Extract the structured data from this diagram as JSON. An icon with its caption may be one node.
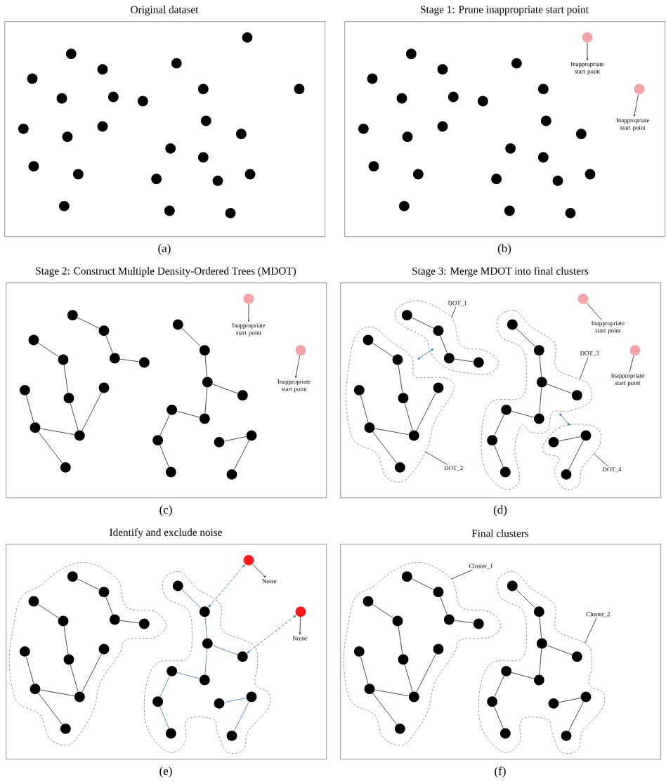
{
  "diagram": {
    "nodes": [
      {
        "text": [
          "Original dataset"
        ],
        "beside": [
          "(a)"
        ]
      },
      {
        "text": [],
        "shape": "circle",
        "in": 0
      },
      {
        "text": [],
        "shape": "circle",
        "in": 0
      },
      {
        "text": [],
        "shape": "circle",
        "in": 0
      },
      {
        "text": [],
        "shape": "circle",
        "in": 0
      },
      {
        "text": [],
        "shape": "circle",
        "in": 0
      },
      {
        "text": [],
        "shape": "circle",
        "in": 0
      },
      {
        "text": [],
        "shape": "circle",
        "in": 0
      },
      {
        "text": [],
        "shape": "circle",
        "in": 0
      },
      {
        "text": [],
        "shape": "circle",
        "in": 0
      },
      {
        "text": [],
        "shape": "circle",
        "in": 0
      },
      {
        "text": [],
        "shape": "circle",
        "in": 0
      },
      {
        "text": [],
        "shape": "circle",
        "in": 0
      },
      {
        "text": [],
        "shape": "circle",
        "in": 0
      },
      {
        "text": [],
        "shape": "circle",
        "in": 0
      },
      {
        "text": [],
        "shape": "circle",
        "in": 0
      },
      {
        "text": [],
        "shape": "circle",
        "in": 0
      },
      {
        "text": [],
        "shape": "circle",
        "in": 0
      },
      {
        "text": [],
        "shape": "circle",
        "in": 0
      },
      {
        "text": [],
        "shape": "circle",
        "in": 0
      },
      {
        "text": [],
        "shape": "circle",
        "in": 0
      },
      {
        "text": [],
        "shape": "circle",
        "in": 0
      },
      {
        "text": [],
        "shape": "circle",
        "in": 0
      },
      {
        "text": [],
        "shape": "circle",
        "in": 0
      },
      {
        "text": [],
        "shape": "circle",
        "in": 0
      },
      {
        "text": [],
        "shape": "circle",
        "in": 0
      },
      {
        "text": [
          "Stage 1: Prune inappropriate start point"
        ],
        "beside": [
          "(b)"
        ]
      },
      {
        "text": [],
        "shape": "circle",
        "in": 26
      },
      {
        "text": [],
        "shape": "circle",
        "in": 26
      },
      {
        "text": [],
        "shape": "circle",
        "in": 26
      },
      {
        "text": [],
        "shape": "circle",
        "in": 26
      },
      {
        "text": [],
        "shape": "circle",
        "in": 26
      },
      {
        "text": [],
        "shape": "circle",
        "in": 26
      },
      {
        "text": [],
        "shape": "circle",
        "in": 26
      },
      {
        "text": [],
        "shape": "circle",
        "in": 26
      },
      {
        "text": [],
        "shape": "circle",
        "in": 26
      },
      {
        "text": [],
        "shape": "circle",
        "in": 26
      },
      {
        "text": [],
        "shape": "circle",
        "in": 26
      },
      {
        "text": [],
        "shape": "circle",
        "in": 26
      },
      {
        "text": [],
        "shape": "circle",
        "in": 26
      },
      {
        "text": [],
        "shape": "circle",
        "in": 26
      },
      {
        "text": [],
        "shape": "circle",
        "in": 26
      },
      {
        "text": [],
        "shape": "circle",
        "in": 26
      },
      {
        "text": [],
        "shape": "circle",
        "in": 26
      },
      {
        "text": [],
        "shape": "circle",
        "in": 26
      },
      {
        "text": [],
        "shape": "circle",
        "in": 26
      },
      {
        "text": [],
        "shape": "circle",
        "in": 26
      },
      {
        "text": [],
        "shape": "circle",
        "in": 26
      },
      {
        "text": [],
        "shape": "circle",
        "in": 26
      },
      {
        "text": [],
        "shape": "circle",
        "in": 26
      },
      {
        "text": [],
        "shape": "circle",
        "in": 26
      },
      {
        "text": [],
        "shape": "circle",
        "in": 26
      },
      {
        "text": [
          "Inappropriate start point"
        ],
        "in": 26
      },
      {
        "text": [
          "Inappropriate start point"
        ],
        "in": 26
      },
      {
        "text": [
          "Stage 2: Construct Multiple Density-Ordered Trees (MDOT)"
        ],
        "beside": [
          "(c)"
        ]
      },
      {
        "text": [],
        "shape": "circle",
        "in": 54
      },
      {
        "text": [],
        "shape": "circle",
        "in": 54
      },
      {
        "text": [],
        "shape": "circle",
        "in": 54
      },
      {
        "text": [],
        "shape": "circle",
        "in": 54
      },
      {
        "text": [],
        "shape": "circle",
        "in": 54
      },
      {
        "text": [],
        "shape": "circle",
        "in": 54
      },
      {
        "text": [],
        "shape": "circle",
        "in": 54
      },
      {
        "text": [],
        "shape": "circle",
        "in": 54
      },
      {
        "text": [],
        "shape": "circle",
        "in": 54
      },
      {
        "text": [],
        "shape": "circle",
        "in": 54
      },
      {
        "text": [],
        "shape": "circle",
        "in": 54
      },
      {
        "text": [],
        "shape": "circle",
        "in": 54
      },
      {
        "text": [],
        "shape": "circle",
        "in": 54
      },
      {
        "text": [],
        "shape": "circle",
        "in": 54
      },
      {
        "text": [],
        "shape": "circle",
        "in": 54
      },
      {
        "text": [],
        "shape": "circle",
        "in": 54
      },
      {
        "text": [],
        "shape": "circle",
        "in": 54
      },
      {
        "text": [],
        "shape": "circle",
        "in": 54
      },
      {
        "text": [],
        "shape": "circle",
        "in": 54
      },
      {
        "text": [],
        "shape": "circle",
        "in": 54
      },
      {
        "text": [],
        "shape": "circle",
        "in": 54
      },
      {
        "text": [],
        "shape": "circle",
        "in": 54
      },
      {
        "text": [],
        "shape": "circle",
        "in": 54
      },
      {
        "text": [],
        "shape": "circle",
        "in": 54
      },
      {
        "text": [],
        "shape": "circle",
        "in": 54
      },
      {
        "text": [
          "Inappropriate start point"
        ],
        "in": 54
      },
      {
        "text": [
          "Inappropriate start point"
        ],
        "in": 54
      },
      {
        "text": [
          "Stage 3: Merge MDOT into final clusters"
        ],
        "beside": [
          "(d)"
        ]
      },
      {
        "text": [],
        "shape": "cloud",
        "in": 82
      },
      {
        "text": [],
        "shape": "cloud",
        "in": 82
      },
      {
        "text": [],
        "shape": "cloud",
        "in": 82
      },
      {
        "text": [],
        "shape": "cloud",
        "in": 82
      },
      {
        "text": [],
        "shape": "circle",
        "in": 82
      },
      {
        "text": [],
        "shape": "circle",
        "in": 83
      },
      {
        "text": [],
        "shape": "circle",
        "in": 83
      },
      {
        "text": [],
        "shape": "circle",
        "in": 85
      },
      {
        "text": [],
        "shape": "circle",
        "in": 84
      },
      {
        "text": [],
        "shape": "circle",
        "in": 84
      },
      {
        "text": [],
        "shape": "circle",
        "in": 83
      },
      {
        "text": [],
        "shape": "circle",
        "in": 83
      },
      {
        "text": [],
        "shape": "circle",
        "in": 85
      },
      {
        "text": [],
        "shape": "circle",
        "in": 82
      },
      {
        "text": [],
        "shape": "circle",
        "in": 84
      },
      {
        "text": [],
        "shape": "circle",
        "in": 84
      },
      {
        "text": [],
        "shape": "circle",
        "in": 84
      },
      {
        "text": [],
        "shape": "circle",
        "in": 85
      },
      {
        "text": [],
        "shape": "circle",
        "in": 85
      },
      {
        "text": [],
        "shape": "circle",
        "in": 85
      },
      {
        "text": [],
        "shape": "circle",
        "in": 85
      },
      {
        "text": [],
        "shape": "circle",
        "in": 84
      },
      {
        "text": [],
        "shape": "circle",
        "in": 84
      },
      {
        "text": [],
        "shape": "circle",
        "in": 85
      },
      {
        "text": [],
        "shape": "circle",
        "in": 86
      },
      {
        "text": [],
        "shape": "circle",
        "in": 86
      },
      {
        "text": [],
        "shape": "circle",
        "in": 84
      },
      {
        "text": [],
        "shape": "circle",
        "in": 85
      },
      {
        "text": [],
        "shape": "circle",
        "in": 86
      },
      {
        "text": [
          "DOT_1"
        ],
        "in": 82
      },
      {
        "text": [
          "DOT_3"
        ],
        "in": 82
      },
      {
        "text": [
          "DOT_2"
        ],
        "in": 82
      },
      {
        "text": [
          "DOT_4"
        ],
        "in": 82
      },
      {
        "text": [
          "Inappropriate start point"
        ],
        "in": 82
      },
      {
        "text": [
          "Inappropriate start point"
        ],
        "in": 82
      },
      {
        "text": [
          "Identify and exclude noise"
        ],
        "beside": [
          "(e)"
        ]
      },
      {
        "text": [],
        "shape": "cloud",
        "in": 118
      },
      {
        "text": [],
        "shape": "cloud",
        "in": 118
      },
      {
        "text": [],
        "shape": "circle",
        "in": 118
      },
      {
        "text": [],
        "shape": "circle",
        "in": 119
      },
      {
        "text": [],
        "shape": "circle",
        "in": 119
      },
      {
        "text": [],
        "shape": "circle",
        "in": 120
      },
      {
        "text": [],
        "shape": "circle",
        "in": 119
      },
      {
        "text": [],
        "shape": "circle",
        "in": 119
      },
      {
        "text": [],
        "shape": "circle",
        "in": 119
      },
      {
        "text": [],
        "shape": "circle",
        "in": 119
      },
      {
        "text": [],
        "shape": "circle",
        "in": 120
      },
      {
        "text": [],
        "shape": "circle",
        "in": 118
      },
      {
        "text": [],
        "shape": "circle",
        "in": 119
      },
      {
        "text": [],
        "shape": "circle",
        "in": 119
      },
      {
        "text": [],
        "shape": "circle",
        "in": 119
      },
      {
        "text": [],
        "shape": "circle",
        "in": 120
      },
      {
        "text": [],
        "shape": "circle",
        "in": 120
      },
      {
        "text": [],
        "shape": "circle",
        "in": 120
      },
      {
        "text": [],
        "shape": "circle",
        "in": 120
      },
      {
        "text": [],
        "shape": "circle",
        "in": 119
      },
      {
        "text": [],
        "shape": "circle",
        "in": 119
      },
      {
        "text": [],
        "shape": "circle",
        "in": 120
      },
      {
        "text": [],
        "shape": "circle",
        "in": 120
      },
      {
        "text": [],
        "shape": "circle",
        "in": 120
      },
      {
        "text": [],
        "shape": "circle",
        "in": 119
      },
      {
        "text": [],
        "shape": "circle",
        "in": 120
      },
      {
        "text": [],
        "shape": "circle",
        "in": 120
      },
      {
        "text": [
          "Noise"
        ],
        "in": 118
      },
      {
        "text": [
          "Noise"
        ],
        "in": 118
      },
      {
        "text": [
          "Final clusters"
        ],
        "beside": [
          "(f)"
        ]
      },
      {
        "text": [],
        "shape": "cloud",
        "in": 148
      },
      {
        "text": [],
        "shape": "cloud",
        "in": 148
      },
      {
        "text": [],
        "shape": "circle",
        "in": 149
      },
      {
        "text": [],
        "shape": "circle",
        "in": 149
      },
      {
        "text": [],
        "shape": "circle",
        "in": 150
      },
      {
        "text": [],
        "shape": "circle",
        "in": 149
      },
      {
        "text": [],
        "shape": "circle",
        "in": 149
      },
      {
        "text": [],
        "shape": "circle",
        "in": 149
      },
      {
        "text": [],
        "shape": "circle",
        "in": 149
      },
      {
        "text": [],
        "shape": "circle",
        "in": 150
      },
      {
        "text": [],
        "shape": "circle",
        "in": 149
      },
      {
        "text": [],
        "shape": "circle",
        "in": 149
      },
      {
        "text": [],
        "shape": "circle",
        "in": 149
      },
      {
        "text": [],
        "shape": "circle",
        "in": 150
      },
      {
        "text": [],
        "shape": "circle",
        "in": 150
      },
      {
        "text": [],
        "shape": "circle",
        "in": 150
      },
      {
        "text": [],
        "shape": "circle",
        "in": 150
      },
      {
        "text": [],
        "shape": "circle",
        "in": 149
      },
      {
        "text": [],
        "shape": "circle",
        "in": 149
      },
      {
        "text": [],
        "shape": "circle",
        "in": 150
      },
      {
        "text": [],
        "shape": "circle",
        "in": 150
      },
      {
        "text": [],
        "shape": "circle",
        "in": 150
      },
      {
        "text": [],
        "shape": "circle",
        "in": 149
      },
      {
        "text": [],
        "shape": "circle",
        "in": 150
      },
      {
        "text": [],
        "shape": "circle",
        "in": 150
      },
      {
        "text": [
          "Cluster_1"
        ],
        "in": 148
      },
      {
        "text": [
          "Cluster_2"
        ],
        "in": 148
      }
    ],
    "edges": [
      {
        "from": 27,
        "to": 52,
        "arrow": "to"
      },
      {
        "from": 36,
        "to": 53,
        "arrow": "to"
      },
      {
        "from": 56,
        "to": 57,
        "arrow": "none"
      },
      {
        "from": 57,
        "to": 61,
        "arrow": "none"
      },
      {
        "from": 61,
        "to": 62,
        "arrow": "none"
      },
      {
        "from": 59,
        "to": 60,
        "arrow": "none"
      },
      {
        "from": 60,
        "to": 66,
        "arrow": "none"
      },
      {
        "from": 66,
        "to": 73,
        "arrow": "none"
      },
      {
        "from": 73,
        "to": 67,
        "arrow": "none"
      },
      {
        "from": 72,
        "to": 73,
        "arrow": "none"
      },
      {
        "from": 65,
        "to": 72,
        "arrow": "none"
      },
      {
        "from": 72,
        "to": 77,
        "arrow": "none"
      },
      {
        "from": 58,
        "to": 63,
        "arrow": "none"
      },
      {
        "from": 63,
        "to": 68,
        "arrow": "none"
      },
      {
        "from": 68,
        "to": 69,
        "arrow": "none"
      },
      {
        "from": 68,
        "to": 71,
        "arrow": "none"
      },
      {
        "from": 71,
        "to": 70,
        "arrow": "none"
      },
      {
        "from": 70,
        "to": 74,
        "arrow": "none"
      },
      {
        "from": 74,
        "to": 78,
        "arrow": "none"
      },
      {
        "from": 75,
        "to": 76,
        "arrow": "none"
      },
      {
        "from": 76,
        "to": 79,
        "arrow": "none"
      },
      {
        "from": 55,
        "to": 80,
        "arrow": "to"
      },
      {
        "from": 64,
        "to": 81,
        "arrow": "to"
      },
      {
        "from": 88,
        "to": 89,
        "arrow": "none"
      },
      {
        "from": 89,
        "to": 93,
        "arrow": "none"
      },
      {
        "from": 93,
        "to": 94,
        "arrow": "none"
      },
      {
        "from": 91,
        "to": 92,
        "arrow": "none"
      },
      {
        "from": 92,
        "to": 98,
        "arrow": "none"
      },
      {
        "from": 98,
        "to": 105,
        "arrow": "none"
      },
      {
        "from": 105,
        "to": 99,
        "arrow": "none"
      },
      {
        "from": 104,
        "to": 105,
        "arrow": "none"
      },
      {
        "from": 97,
        "to": 104,
        "arrow": "none"
      },
      {
        "from": 104,
        "to": 109,
        "arrow": "none"
      },
      {
        "from": 90,
        "to": 95,
        "arrow": "none"
      },
      {
        "from": 95,
        "to": 100,
        "arrow": "none"
      },
      {
        "from": 100,
        "to": 101,
        "arrow": "none"
      },
      {
        "from": 100,
        "to": 103,
        "arrow": "none"
      },
      {
        "from": 103,
        "to": 102,
        "arrow": "none"
      },
      {
        "from": 102,
        "to": 106,
        "arrow": "none"
      },
      {
        "from": 106,
        "to": 110,
        "arrow": "none"
      },
      {
        "from": 107,
        "to": 108,
        "arrow": "none"
      },
      {
        "from": 108,
        "to": 111,
        "arrow": "none"
      },
      {
        "from": 87,
        "to": 116,
        "arrow": "none"
      },
      {
        "from": 96,
        "to": 117,
        "arrow": "none"
      },
      {
        "from": 112,
        "to": 83,
        "arrow": "none"
      },
      {
        "from": 113,
        "to": 85,
        "arrow": "none"
      },
      {
        "from": 114,
        "to": 84,
        "arrow": "none"
      },
      {
        "from": 115,
        "to": 86,
        "arrow": "none"
      },
      {
        "from": 84,
        "to": 83,
        "arrow": "both",
        "color": "#2e75b6"
      },
      {
        "from": 85,
        "to": 86,
        "arrow": "both",
        "color": "#2e75b6"
      },
      {
        "from": 122,
        "to": 123,
        "arrow": "none"
      },
      {
        "from": 123,
        "to": 127,
        "arrow": "none"
      },
      {
        "from": 127,
        "to": 128,
        "arrow": "none"
      },
      {
        "from": 125,
        "to": 126,
        "arrow": "none"
      },
      {
        "from": 126,
        "to": 132,
        "arrow": "none"
      },
      {
        "from": 132,
        "to": 139,
        "arrow": "none"
      },
      {
        "from": 139,
        "to": 133,
        "arrow": "none"
      },
      {
        "from": 138,
        "to": 139,
        "arrow": "none"
      },
      {
        "from": 131,
        "to": 138,
        "arrow": "none"
      },
      {
        "from": 138,
        "to": 143,
        "arrow": "none"
      },
      {
        "from": 124,
        "to": 129,
        "arrow": "none",
        "color": "#4f81bd"
      },
      {
        "from": 129,
        "to": 134,
        "arrow": "none",
        "color": "#4f81bd"
      },
      {
        "from": 134,
        "to": 135,
        "arrow": "none",
        "color": "#4f81bd"
      },
      {
        "from": 134,
        "to": 137,
        "arrow": "none",
        "color": "#4f81bd"
      },
      {
        "from": 137,
        "to": 136,
        "arrow": "none",
        "color": "#4f81bd"
      },
      {
        "from": 136,
        "to": 140,
        "arrow": "none",
        "color": "#4f81bd"
      },
      {
        "from": 140,
        "to": 144,
        "arrow": "none",
        "color": "#4f81bd"
      },
      {
        "from": 141,
        "to": 142,
        "arrow": "none",
        "color": "#4f81bd"
      },
      {
        "from": 142,
        "to": 145,
        "arrow": "none",
        "color": "#4f81bd"
      },
      {
        "from": 121,
        "to": 146,
        "arrow": "to"
      },
      {
        "from": 130,
        "to": 147,
        "arrow": "to"
      },
      {
        "from": 121,
        "to": 129,
        "arrow": "both",
        "style": "dashed",
        "color": "#2e75b6"
      },
      {
        "from": 130,
        "to": 135,
        "arrow": "both",
        "style": "dashed",
        "color": "#2e75b6"
      },
      {
        "from": 151,
        "to": 152,
        "arrow": "none"
      },
      {
        "from": 152,
        "to": 156,
        "arrow": "none"
      },
      {
        "from": 156,
        "to": 157,
        "arrow": "none"
      },
      {
        "from": 154,
        "to": 155,
        "arrow": "none"
      },
      {
        "from": 155,
        "to": 160,
        "arrow": "none"
      },
      {
        "from": 160,
        "to": 167,
        "arrow": "none"
      },
      {
        "from": 167,
        "to": 161,
        "arrow": "none"
      },
      {
        "from": 166,
        "to": 167,
        "arrow": "none"
      },
      {
        "from": 159,
        "to": 166,
        "arrow": "none"
      },
      {
        "from": 166,
        "to": 171,
        "arrow": "none"
      },
      {
        "from": 153,
        "to": 158,
        "arrow": "none"
      },
      {
        "from": 158,
        "to": 162,
        "arrow": "none"
      },
      {
        "from": 162,
        "to": 163,
        "arrow": "none"
      },
      {
        "from": 162,
        "to": 165,
        "arrow": "none"
      },
      {
        "from": 165,
        "to": 164,
        "arrow": "none"
      },
      {
        "from": 164,
        "to": 168,
        "arrow": "none"
      },
      {
        "from": 168,
        "to": 172,
        "arrow": "none"
      },
      {
        "from": 169,
        "to": 170,
        "arrow": "none"
      },
      {
        "from": 170,
        "to": 173,
        "arrow": "none"
      },
      {
        "from": 149,
        "to": 174,
        "arrow": "none"
      },
      {
        "from": 150,
        "to": 175,
        "arrow": "none"
      }
    ]
  }
}
